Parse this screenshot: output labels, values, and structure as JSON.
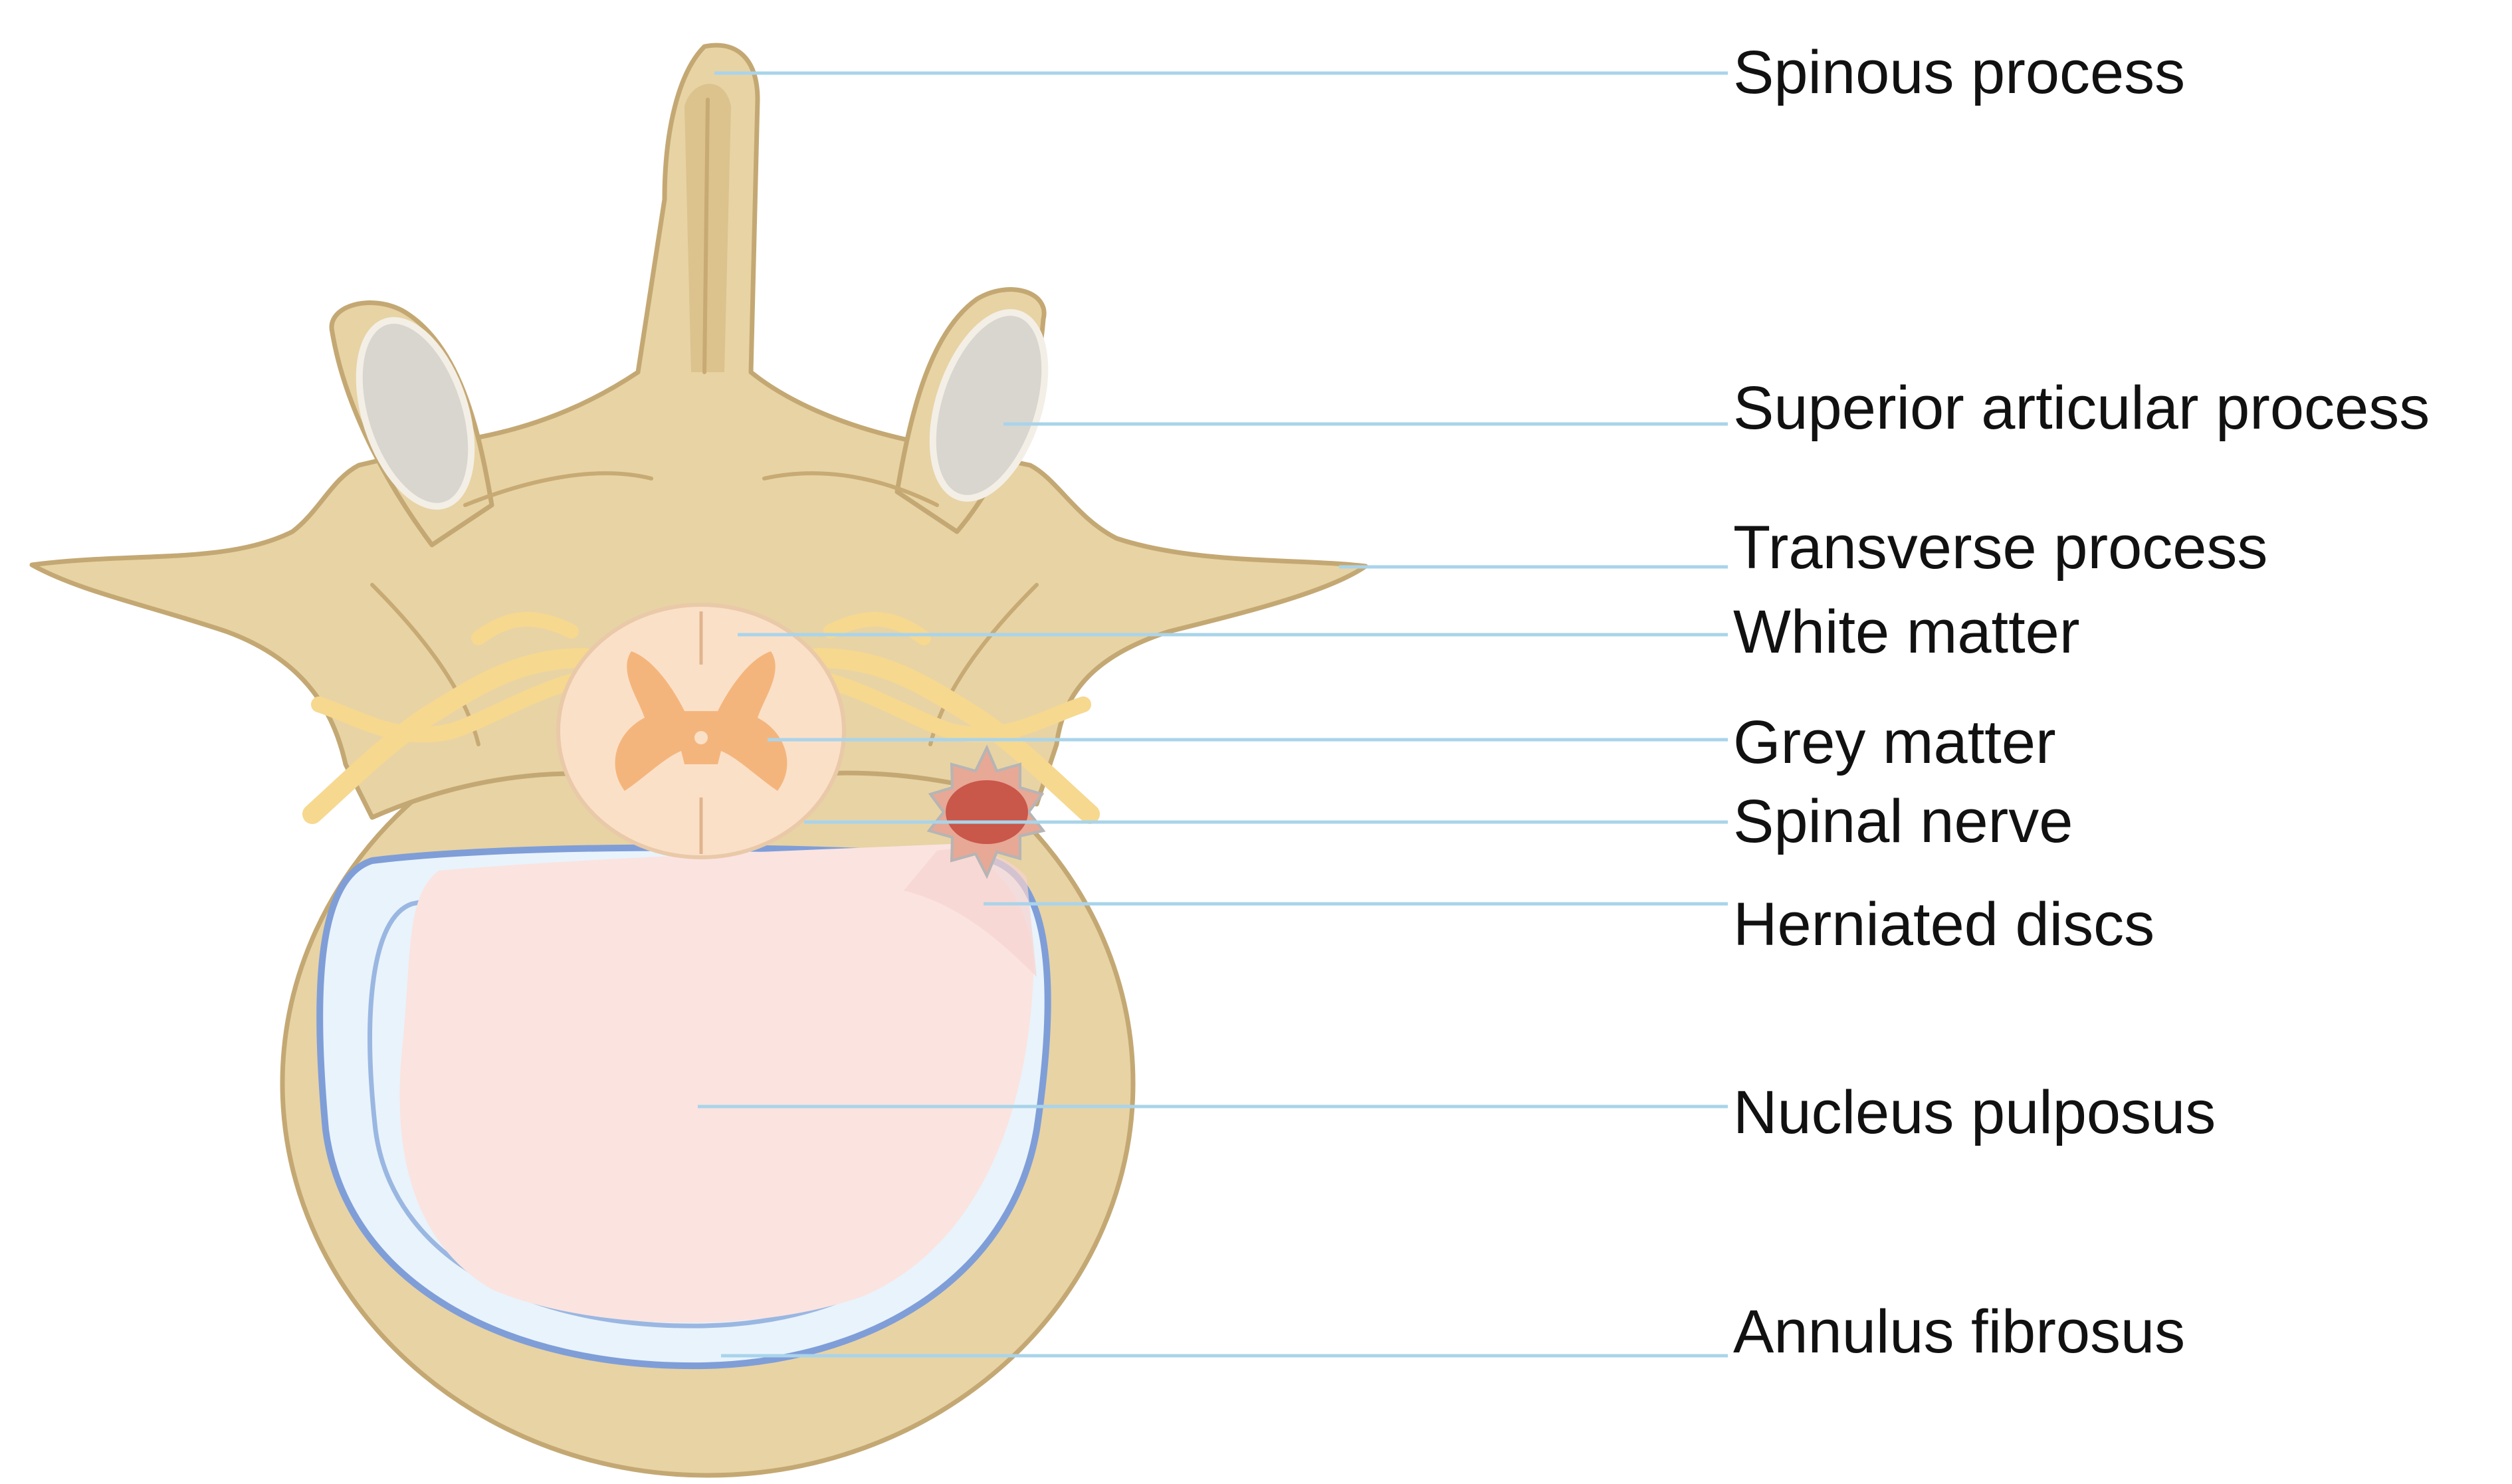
{
  "labels": {
    "spinous_process": "Spinous process",
    "superior_articular_process": "Superior articular process",
    "transverse_process": "Transverse process",
    "white_matter": "White matter",
    "grey_matter": "Grey matter",
    "spinal_nerve": "Spinal nerve",
    "herniated_discs": "Herniated discs",
    "nucleus_pulposus": "Nucleus pulposus",
    "annulus_fibrosus": "Annulus fibrosus"
  },
  "colors": {
    "bone": "#e8d3a4",
    "bone_outline": "#c4a873",
    "leader_line": "#a9d4ea",
    "white_matter": "#fbe0c8",
    "grey_matter": "#f4b57c",
    "spinal_nerve": "#f6d88f",
    "herniation": "#c9574a",
    "annulus": "#e9f3fb",
    "annulus_outline": "#7f9ed8",
    "nucleus": "#fbe3e0"
  }
}
